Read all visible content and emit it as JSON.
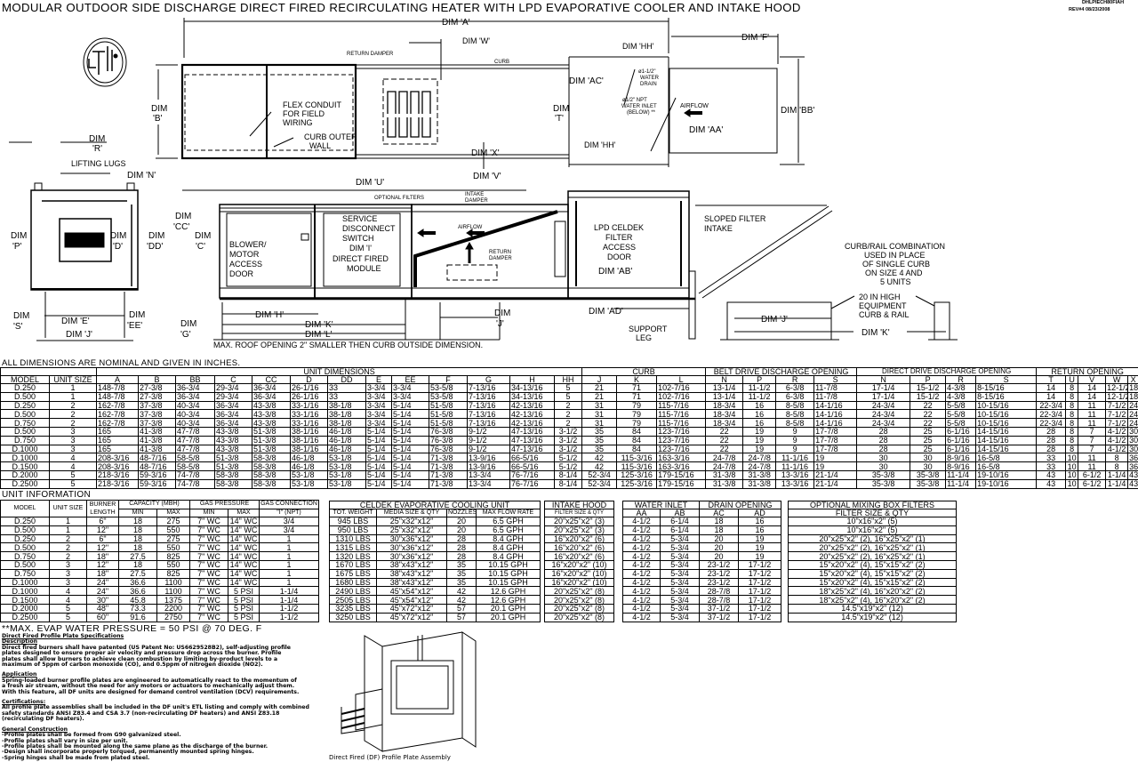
{
  "title": "MODULAR OUTDOOR SIDE DISCHARGE DIRECT FIRED RECIRCULATING HEATER WITH LPD EVAPORATIVE COOLER AND INTAKE HOOD",
  "doc_code": "DHLPIECH80FIAH",
  "revision": "REV#4   08/23/2008",
  "logo_text": "ETL LISTED",
  "drawing": {
    "dim_a": "DIM 'A'",
    "dim_w": "DIM 'W'",
    "return_damper": "RETURN DAMPER",
    "curb": "CURB",
    "dim_hh": "DIM 'HH'",
    "dim_f": "DIM 'F'",
    "dim_b_1": "DIM",
    "dim_b_2": "'B'",
    "flex_1": "FLEX CONDUIT",
    "flex_2": "FOR FIELD",
    "flex_3": "WIRING",
    "curb_outer_1": "CURB OUTER",
    "curb_outer_2": "WALL",
    "dim_t_1": "DIM",
    "dim_t_2": "'T'",
    "dim_x": "DIM 'X'",
    "dim_v": "DIM 'V'",
    "dim_u": "DIM 'U'",
    "dim_ac": "DIM 'AC'",
    "drain_1": "ø1-1/2\"",
    "drain_2": "WATER",
    "drain_3": "DRAIN",
    "inlet_1": "ø1/2\" NPT",
    "inlet_2": "WATER INLET",
    "inlet_3": "(BELOW) **",
    "airflow": "AIRFLOW",
    "dim_aa": "DIM 'AA'",
    "dim_hh2": "DIM 'HH'",
    "dim_bb": "DIM 'BB'",
    "dim_r_1": "DIM",
    "dim_r_2": "'R'",
    "lifting_lugs": "LIFTING LUGS",
    "dim_n": "DIM 'N'",
    "dim_p_1": "DIM",
    "dim_p_2": "'P'",
    "dim_d_1": "DIM",
    "dim_d_2": "'D'",
    "dim_dd_1": "DIM",
    "dim_dd_2": "'DD'",
    "dim_cc_1": "DIM",
    "dim_cc_2": "'CC'",
    "dim_c_1": "DIM",
    "dim_c_2": "'C'",
    "dim_s_1": "DIM",
    "dim_s_2": "'S'",
    "dim_e": "DIM 'E'",
    "dim_j_end": "DIM 'J'",
    "dim_ee_1": "DIM",
    "dim_ee_2": "'EE'",
    "dim_g_1": "DIM",
    "dim_g_2": "'G'",
    "blower_1": "BLOWER/",
    "blower_2": "MOTOR",
    "blower_3": "ACCESS",
    "blower_4": "DOOR",
    "service_1": "SERVICE",
    "service_2": "DISCONNECT",
    "service_3": "SWITCH",
    "dim_i": "DIM 'I'",
    "df_1": "DIRECT FIRED",
    "df_2": "MODULE",
    "optional_filters": "OPTIONAL FILTERS",
    "intake_damper_1": "INTAKE",
    "intake_damper_2": "DAMPER",
    "airflow_side": "AIRFLOW",
    "return_damper_side_1": "RETURN",
    "return_damper_side_2": "DAMPER",
    "celdek_1": "LPD CELDEK",
    "celdek_2": "FILTER",
    "celdek_3": "ACCESS",
    "celdek_4": "DOOR",
    "dim_ab": "DIM 'AB'",
    "sloped_1": "SLOPED FILTER",
    "sloped_2": "INTAKE",
    "combo_1": "CURB/RAIL COMBINATION",
    "combo_2": "USED IN PLACE",
    "combo_3": "OF SINGLE CURB",
    "combo_4": "ON SIZE 4 AND",
    "combo_5": "5 UNITS",
    "rail_1": "20 IN HIGH",
    "rail_2": "EQUIPMENT",
    "rail_3": "CURB & RAIL",
    "dim_h": "DIM 'H'",
    "dim_k": "DIM 'K'",
    "dim_l": "DIM 'L'",
    "dim_j_1": "DIM",
    "dim_j_2": "'J'",
    "dim_ad": "DIM 'AD'",
    "support_1": "SUPPORT",
    "support_2": "LEG",
    "dim_j_rail": "DIM 'J'",
    "dim_k_rail": "DIM 'K'",
    "roof_note": "MAX. ROOF OPENING 2\" SMALLER THEN CURB OUTSIDE DIMENSION."
  },
  "dim_table": {
    "note": "ALL DIMENSIONS ARE NOMINAL AND GIVEN IN INCHES.",
    "groups": [
      "UNIT DIMENSIONS",
      "CURB",
      "BELT DRIVE DISCHARGE OPENING",
      "DIRECT DRIVE DISCHARGE OPENING",
      "RETURN OPENING"
    ],
    "columns": [
      "MODEL",
      "UNIT SIZE",
      "A",
      "B",
      "BB",
      "C",
      "CC",
      "D",
      "DD",
      "E",
      "EE",
      "F",
      "G",
      "H",
      "HH",
      "J",
      "K",
      "L",
      "N",
      "P",
      "R",
      "S",
      "N",
      "P",
      "R",
      "S",
      "T",
      "U",
      "V",
      "W",
      "X"
    ],
    "rows": [
      [
        "D.250",
        "1",
        "148-7/8",
        "27-3/8",
        "36-3/4",
        "29-3/4",
        "36-3/4",
        "26-1/16",
        "33",
        "3-3/4",
        "3-3/4",
        "53-5/8",
        "7-13/16",
        "34-13/16",
        "5",
        "21",
        "71",
        "102-7/16",
        "13-1/4",
        "11-1/2",
        "6-3/8",
        "11-7/8",
        "17-1/4",
        "15-1/2",
        "4-3/8",
        "8-15/16",
        "14",
        "8",
        "14",
        "12-1/2",
        "18"
      ],
      [
        "D.500",
        "1",
        "148-7/8",
        "27-3/8",
        "36-3/4",
        "29-3/4",
        "36-3/4",
        "26-1/16",
        "33",
        "3-3/4",
        "3-3/4",
        "53-5/8",
        "7-13/16",
        "34-13/16",
        "5",
        "21",
        "71",
        "102-7/16",
        "13-1/4",
        "11-1/2",
        "6-3/8",
        "11-7/8",
        "17-1/4",
        "15-1/2",
        "4-3/8",
        "8-15/16",
        "14",
        "8",
        "14",
        "12-1/2",
        "18"
      ],
      [
        "D.250",
        "2",
        "162-7/8",
        "37-3/8",
        "40-3/4",
        "36-3/4",
        "43-3/8",
        "33-1/16",
        "38-1/8",
        "3-3/4",
        "5-1/4",
        "51-5/8",
        "7-13/16",
        "42-13/16",
        "2",
        "31",
        "79",
        "115-7/16",
        "18-3/4",
        "16",
        "8-5/8",
        "14-1/16",
        "24-3/4",
        "22",
        "5-5/8",
        "10-15/16",
        "22-3/4",
        "8",
        "11",
        "7-1/2",
        "24"
      ],
      [
        "D.500",
        "2",
        "162-7/8",
        "37-3/8",
        "40-3/4",
        "36-3/4",
        "43-3/8",
        "33-1/16",
        "38-1/8",
        "3-3/4",
        "5-1/4",
        "51-5/8",
        "7-13/16",
        "42-13/16",
        "2",
        "31",
        "79",
        "115-7/16",
        "18-3/4",
        "16",
        "8-5/8",
        "14-1/16",
        "24-3/4",
        "22",
        "5-5/8",
        "10-15/16",
        "22-3/4",
        "8",
        "11",
        "7-1/2",
        "24"
      ],
      [
        "D.750",
        "2",
        "162-7/8",
        "37-3/8",
        "40-3/4",
        "36-3/4",
        "43-3/8",
        "33-1/16",
        "38-1/8",
        "3-3/4",
        "5-1/4",
        "51-5/8",
        "7-13/16",
        "42-13/16",
        "2",
        "31",
        "79",
        "115-7/16",
        "18-3/4",
        "16",
        "8-5/8",
        "14-1/16",
        "24-3/4",
        "22",
        "5-5/8",
        "10-15/16",
        "22-3/4",
        "8",
        "11",
        "7-1/2",
        "24"
      ],
      [
        "D.500",
        "3",
        "165",
        "41-3/8",
        "47-7/8",
        "43-3/8",
        "51-3/8",
        "38-1/16",
        "46-1/8",
        "5-1/4",
        "5-1/4",
        "76-3/8",
        "9-1/2",
        "47-13/16",
        "3-1/2",
        "35",
        "84",
        "123-7/16",
        "22",
        "19",
        "9",
        "17-7/8",
        "28",
        "25",
        "6-1/16",
        "14-15/16",
        "28",
        "8",
        "7",
        "4-1/2",
        "30"
      ],
      [
        "D.750",
        "3",
        "165",
        "41-3/8",
        "47-7/8",
        "43-3/8",
        "51-3/8",
        "38-1/16",
        "46-1/8",
        "5-1/4",
        "5-1/4",
        "76-3/8",
        "9-1/2",
        "47-13/16",
        "3-1/2",
        "35",
        "84",
        "123-7/16",
        "22",
        "19",
        "9",
        "17-7/8",
        "28",
        "25",
        "6-1/16",
        "14-15/16",
        "28",
        "8",
        "7",
        "4-1/2",
        "30"
      ],
      [
        "D.1000",
        "3",
        "165",
        "41-3/8",
        "47-7/8",
        "43-3/8",
        "51-3/8",
        "38-1/16",
        "46-1/8",
        "5-1/4",
        "5-1/4",
        "76-3/8",
        "9-1/2",
        "47-13/16",
        "3-1/2",
        "35",
        "84",
        "123-7/16",
        "22",
        "19",
        "9",
        "17-7/8",
        "28",
        "25",
        "6-1/16",
        "14-15/16",
        "28",
        "8",
        "7",
        "4-1/2",
        "30"
      ],
      [
        "D.1000",
        "4",
        "208-3/16",
        "48-7/16",
        "58-5/8",
        "51-3/8",
        "58-3/8",
        "46-1/8",
        "53-1/8",
        "5-1/4",
        "5-1/4",
        "71-3/8",
        "13-9/16",
        "66-5/16",
        "5-1/2",
        "42",
        "115-3/16",
        "163-3/16",
        "24-7/8",
        "24-7/8",
        "11-1/16",
        "19",
        "30",
        "30",
        "8-9/16",
        "16-5/8",
        "33",
        "10",
        "11",
        "8",
        "36"
      ],
      [
        "D.1500",
        "4",
        "208-3/16",
        "48-7/16",
        "58-5/8",
        "51-3/8",
        "58-3/8",
        "46-1/8",
        "53-1/8",
        "5-1/4",
        "5-1/4",
        "71-3/8",
        "13-9/16",
        "66-5/16",
        "5-1/2",
        "42",
        "115-3/16",
        "163-3/16",
        "24-7/8",
        "24-7/8",
        "11-1/16",
        "19",
        "30",
        "30",
        "8-9/16",
        "16-5/8",
        "33",
        "10",
        "11",
        "8",
        "36"
      ],
      [
        "D.2000",
        "5",
        "218-3/16",
        "59-3/16",
        "74-7/8",
        "58-3/8",
        "58-3/8",
        "53-1/8",
        "53-1/8",
        "5-1/4",
        "5-1/4",
        "71-3/8",
        "13-3/4",
        "76-7/16",
        "8-1/4",
        "52-3/4",
        "125-3/16",
        "179-15/16",
        "31-3/8",
        "31-3/8",
        "13-3/16",
        "21-1/4",
        "35-3/8",
        "35-3/8",
        "11-1/4",
        "19-10/16",
        "43",
        "10",
        "6-1/2",
        "1-1/4",
        "43"
      ],
      [
        "D.2500",
        "5",
        "218-3/16",
        "59-3/16",
        "74-7/8",
        "58-3/8",
        "58-3/8",
        "53-1/8",
        "53-1/8",
        "5-1/4",
        "5-1/4",
        "71-3/8",
        "13-3/4",
        "76-7/16",
        "8-1/4",
        "52-3/4",
        "125-3/16",
        "179-15/16",
        "31-3/8",
        "31-3/8",
        "13-3/16",
        "21-1/4",
        "35-3/8",
        "35-3/8",
        "11-1/4",
        "19-10/16",
        "43",
        "10",
        "6-1/2",
        "1-1/4",
        "43"
      ]
    ]
  },
  "unit_info": {
    "title": "UNIT INFORMATION",
    "headers": {
      "model": "MODEL",
      "unit_size": "UNIT SIZE",
      "burner": "BURNER LENGTH",
      "capacity": "CAPACITY (MBH)",
      "gas_pressure": "GAS PRESSURE",
      "gas_connection": "GAS CONNECTION",
      "min": "MIN",
      "max": "MAX",
      "npt": "\"I\" (NPT)"
    },
    "rows": [
      [
        "D.250",
        "1",
        "6\"",
        "18",
        "275",
        "7\" WC",
        "14\" WC",
        "3/4"
      ],
      [
        "D.500",
        "1",
        "12\"",
        "18",
        "550",
        "7\" WC",
        "14\" WC",
        "3/4"
      ],
      [
        "D.250",
        "2",
        "6\"",
        "18",
        "275",
        "7\" WC",
        "14\" WC",
        "1"
      ],
      [
        "D.500",
        "2",
        "12\"",
        "18",
        "550",
        "7\" WC",
        "14\" WC",
        "1"
      ],
      [
        "D.750",
        "2",
        "18\"",
        "27.5",
        "825",
        "7\" WC",
        "14\" WC",
        "1"
      ],
      [
        "D.500",
        "3",
        "12\"",
        "18",
        "550",
        "7\" WC",
        "14\" WC",
        "1"
      ],
      [
        "D.750",
        "3",
        "18\"",
        "27.5",
        "825",
        "7\" WC",
        "14\" WC",
        "1"
      ],
      [
        "D.1000",
        "3",
        "24\"",
        "36.6",
        "1100",
        "7\" WC",
        "14\" WC",
        "1"
      ],
      [
        "D.1000",
        "4",
        "24\"",
        "36.6",
        "1100",
        "7\" WC",
        "5 PSI",
        "1-1/4"
      ],
      [
        "D.1500",
        "4",
        "30\"",
        "45.8",
        "1375",
        "7\" WC",
        "5 PSI",
        "1-1/4"
      ],
      [
        "D.2000",
        "5",
        "48\"",
        "73.3",
        "2200",
        "7\" WC",
        "5 PSI",
        "1-1/2"
      ],
      [
        "D.2500",
        "5",
        "60\"",
        "91.6",
        "2750",
        "7\" WC",
        "5 PSI",
        "1-1/2"
      ]
    ],
    "footnote": "**MAX. EVAP WATER PRESSURE = 50 PSI @ 70 DEG. F"
  },
  "celdek": {
    "title": "CELDEK EVAPORATIVE COOLING UNIT",
    "headers": [
      "TOT. WEIGHT",
      "MEDIA SIZE & QTY",
      "NOZZLES",
      "MAX FLOW RATE"
    ],
    "rows": [
      [
        "945 LBS",
        "25\"x32\"x12\"",
        "20",
        "6.5 GPH"
      ],
      [
        "950 LBS",
        "25\"x32\"x12\"",
        "20",
        "6.5 GPH"
      ],
      [
        "1310 LBS",
        "30\"x36\"x12\"",
        "28",
        "8.4 GPH"
      ],
      [
        "1315 LBS",
        "30\"x36\"x12\"",
        "28",
        "8.4 GPH"
      ],
      [
        "1320 LBS",
        "30\"x36\"x12\"",
        "28",
        "8.4 GPH"
      ],
      [
        "1670 LBS",
        "38\"x43\"x12\"",
        "35",
        "10.15 GPH"
      ],
      [
        "1675 LBS",
        "38\"x43\"x12\"",
        "35",
        "10.15 GPH"
      ],
      [
        "1680 LBS",
        "38\"x43\"x12\"",
        "35",
        "10.15 GPH"
      ],
      [
        "2490 LBS",
        "45\"x54\"x12\"",
        "42",
        "12.6 GPH"
      ],
      [
        "2505 LBS",
        "45\"x54\"x12\"",
        "42",
        "12.6 GPH"
      ],
      [
        "3235 LBS",
        "45\"x72\"x12\"",
        "57",
        "20.1 GPH"
      ],
      [
        "3250 LBS",
        "45\"x72\"x12\"",
        "57",
        "20.1 GPH"
      ]
    ]
  },
  "intake_hood": {
    "title": "INTAKE HOOD",
    "header": "FILTER SIZE & QTY",
    "rows": [
      "20\"x25\"x2\" (3)",
      "20\"x25\"x2\" (3)",
      "16\"x20\"x2\" (6)",
      "16\"x20\"x2\" (6)",
      "16\"x20\"x2\" (6)",
      "16\"x20\"x2\" (10)",
      "16\"x20\"x2\" (10)",
      "16\"x20\"x2\" (10)",
      "20\"x25\"x2\" (8)",
      "20\"x25\"x2\" (8)",
      "20\"x25\"x2\" (8)",
      "20\"x25\"x2\" (8)"
    ]
  },
  "water_drain": {
    "water_inlet": "WATER INLET",
    "drain_opening": "DRAIN OPENING",
    "headers": [
      "AA",
      "AB",
      "AC",
      "AD"
    ],
    "rows": [
      [
        "4-1/2",
        "6-1/4",
        "18",
        "16"
      ],
      [
        "4-1/2",
        "6-1/4",
        "18",
        "16"
      ],
      [
        "4-1/2",
        "5-3/4",
        "20",
        "19"
      ],
      [
        "4-1/2",
        "5-3/4",
        "20",
        "19"
      ],
      [
        "4-1/2",
        "5-3/4",
        "20",
        "19"
      ],
      [
        "4-1/2",
        "5-3/4",
        "23-1/2",
        "17-1/2"
      ],
      [
        "4-1/2",
        "5-3/4",
        "23-1/2",
        "17-1/2"
      ],
      [
        "4-1/2",
        "5-3/4",
        "23-1/2",
        "17-1/2"
      ],
      [
        "4-1/2",
        "5-3/4",
        "28-7/8",
        "17-1/2"
      ],
      [
        "4-1/2",
        "5-3/4",
        "28-7/8",
        "17-1/2"
      ],
      [
        "4-1/2",
        "5-3/4",
        "37-1/2",
        "17-1/2"
      ],
      [
        "4-1/2",
        "5-3/4",
        "37-1/2",
        "17-1/2"
      ]
    ]
  },
  "mixing_box": {
    "title": "OPTIONAL MIXING BOX FILTERS",
    "header": "FILTER SIZE & QTY",
    "rows": [
      "10\"x16\"x2\" (5)",
      "10\"x16\"x2\" (5)",
      "20\"x25\"x2\" (2), 16\"x25\"x2\" (1)",
      "20\"x25\"x2\" (2), 16\"x25\"x2\" (1)",
      "20\"x25\"x2\" (2), 16\"x25\"x2\" (1)",
      "15\"x20\"x2\" (4), 15\"x15\"x2\" (2)",
      "15\"x20\"x2\" (4), 15\"x15\"x2\" (2)",
      "15\"x20\"x2\" (4), 15\"x15\"x2\" (2)",
      "18\"x25\"x2\" (4), 16\"x20\"x2\" (2)",
      "18\"x25\"x2\" (4), 16\"x20\"x2\" (2)",
      "14.5\"x19\"x2\" (12)",
      "14.5\"x19\"x2\" (12)"
    ]
  },
  "notes": {
    "title": "Direct Fired Profile Plate Specifications",
    "sections": [
      {
        "heading": "Description",
        "lines": [
          "Direct fired burners shall have patented (US Patent No: US6629528B2), self-adjusting profile",
          "plates designed to ensure proper air velocity and pressure drop across the burner. Profile",
          "plates shall allow burners to achieve clean combustion by limiting by-product levels to a",
          "maximum of 5ppm of carbon monoxide (CO), and 0.5ppm of nitrogen dioxide (NO2)."
        ]
      },
      {
        "heading": "Application",
        "lines": [
          "Spring-loaded burner profile plates are engineered to automatically react to the momentum of",
          "a fresh air stream, without the need for any motors or actuators to mechanically adjust them.",
          "With this feature, all DF units are designed for demand control ventilation (DCV) requirements."
        ]
      },
      {
        "heading": "Certifications:",
        "lines": [
          "All profile plate assemblies shall be included in the DF unit's ETL listing and comply with combined",
          "safety standards ANSI Z83.4 and CSA 3.7 (non-recirculating DF heaters) and ANSI Z83.18",
          "(recirculating DF heaters)."
        ]
      },
      {
        "heading": "General Construction",
        "lines": [
          "-Profile plates shall be formed from G90 galvanized steel.",
          "-Profile plates shall vary in size per unit.",
          "-Profile plates shall be mounted along the same plane as the discharge of the burner.",
          "-Design shall incorporate properly torqued, permanently mounted spring hinges.",
          "-Spring hinges shall be made from plated steel."
        ]
      }
    ]
  },
  "profile_plate_caption": "Direct Fired (DF) Profile Plate Assembly"
}
